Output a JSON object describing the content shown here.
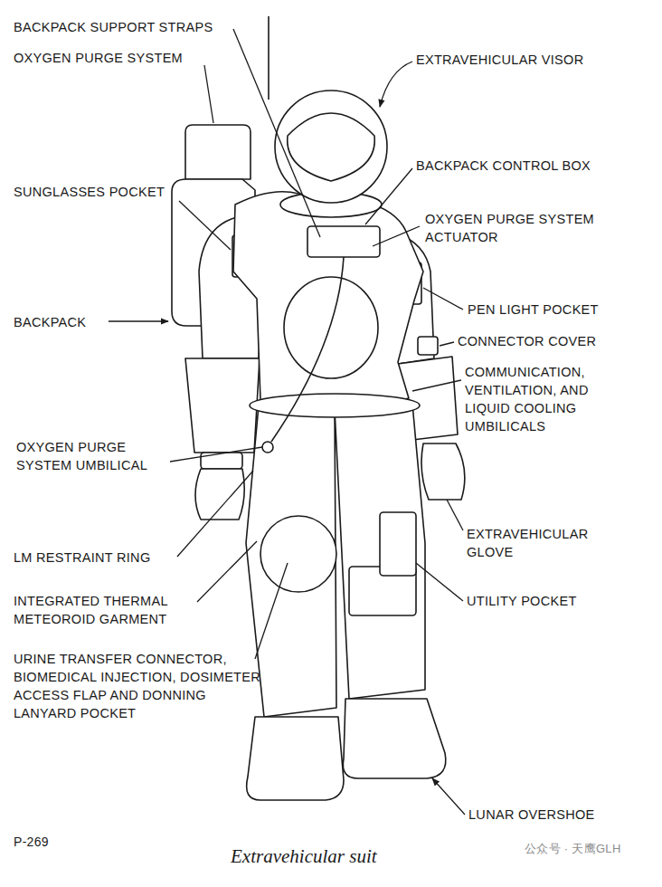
{
  "diagram": {
    "caption": "Extravehicular suit",
    "labels": [
      "BACKPACK SUPPORT STRAPS",
      "OXYGEN PURGE SYSTEM",
      "SUNGLASSES POCKET",
      "BACKPACK",
      "OXYGEN PURGE SYSTEM UMBILICAL",
      "LM RESTRAINT RING",
      "INTEGRATED THERMAL METEOROID GARMENT",
      "URINE TRANSFER CONNECTOR, BIOMEDICAL INJECTION, DOSIMETER ACCESS FLAP AND DONNING LANYARD POCKET",
      "EXTRAVEHICULAR VISOR",
      "BACKPACK CONTROL BOX",
      "OXYGEN PURGE SYSTEM ACTUATOR",
      "PEN LIGHT POCKET",
      "CONNECTOR COVER",
      "COMMUNICATION, VENTILATION, AND LIQUID COOLING UMBILICALS",
      "EXTRAVEHICULAR GLOVE",
      "UTILITY POCKET",
      "LUNAR OVERSHOE",
      "P-269",
      "公众号 · 天鹰GLH"
    ]
  }
}
